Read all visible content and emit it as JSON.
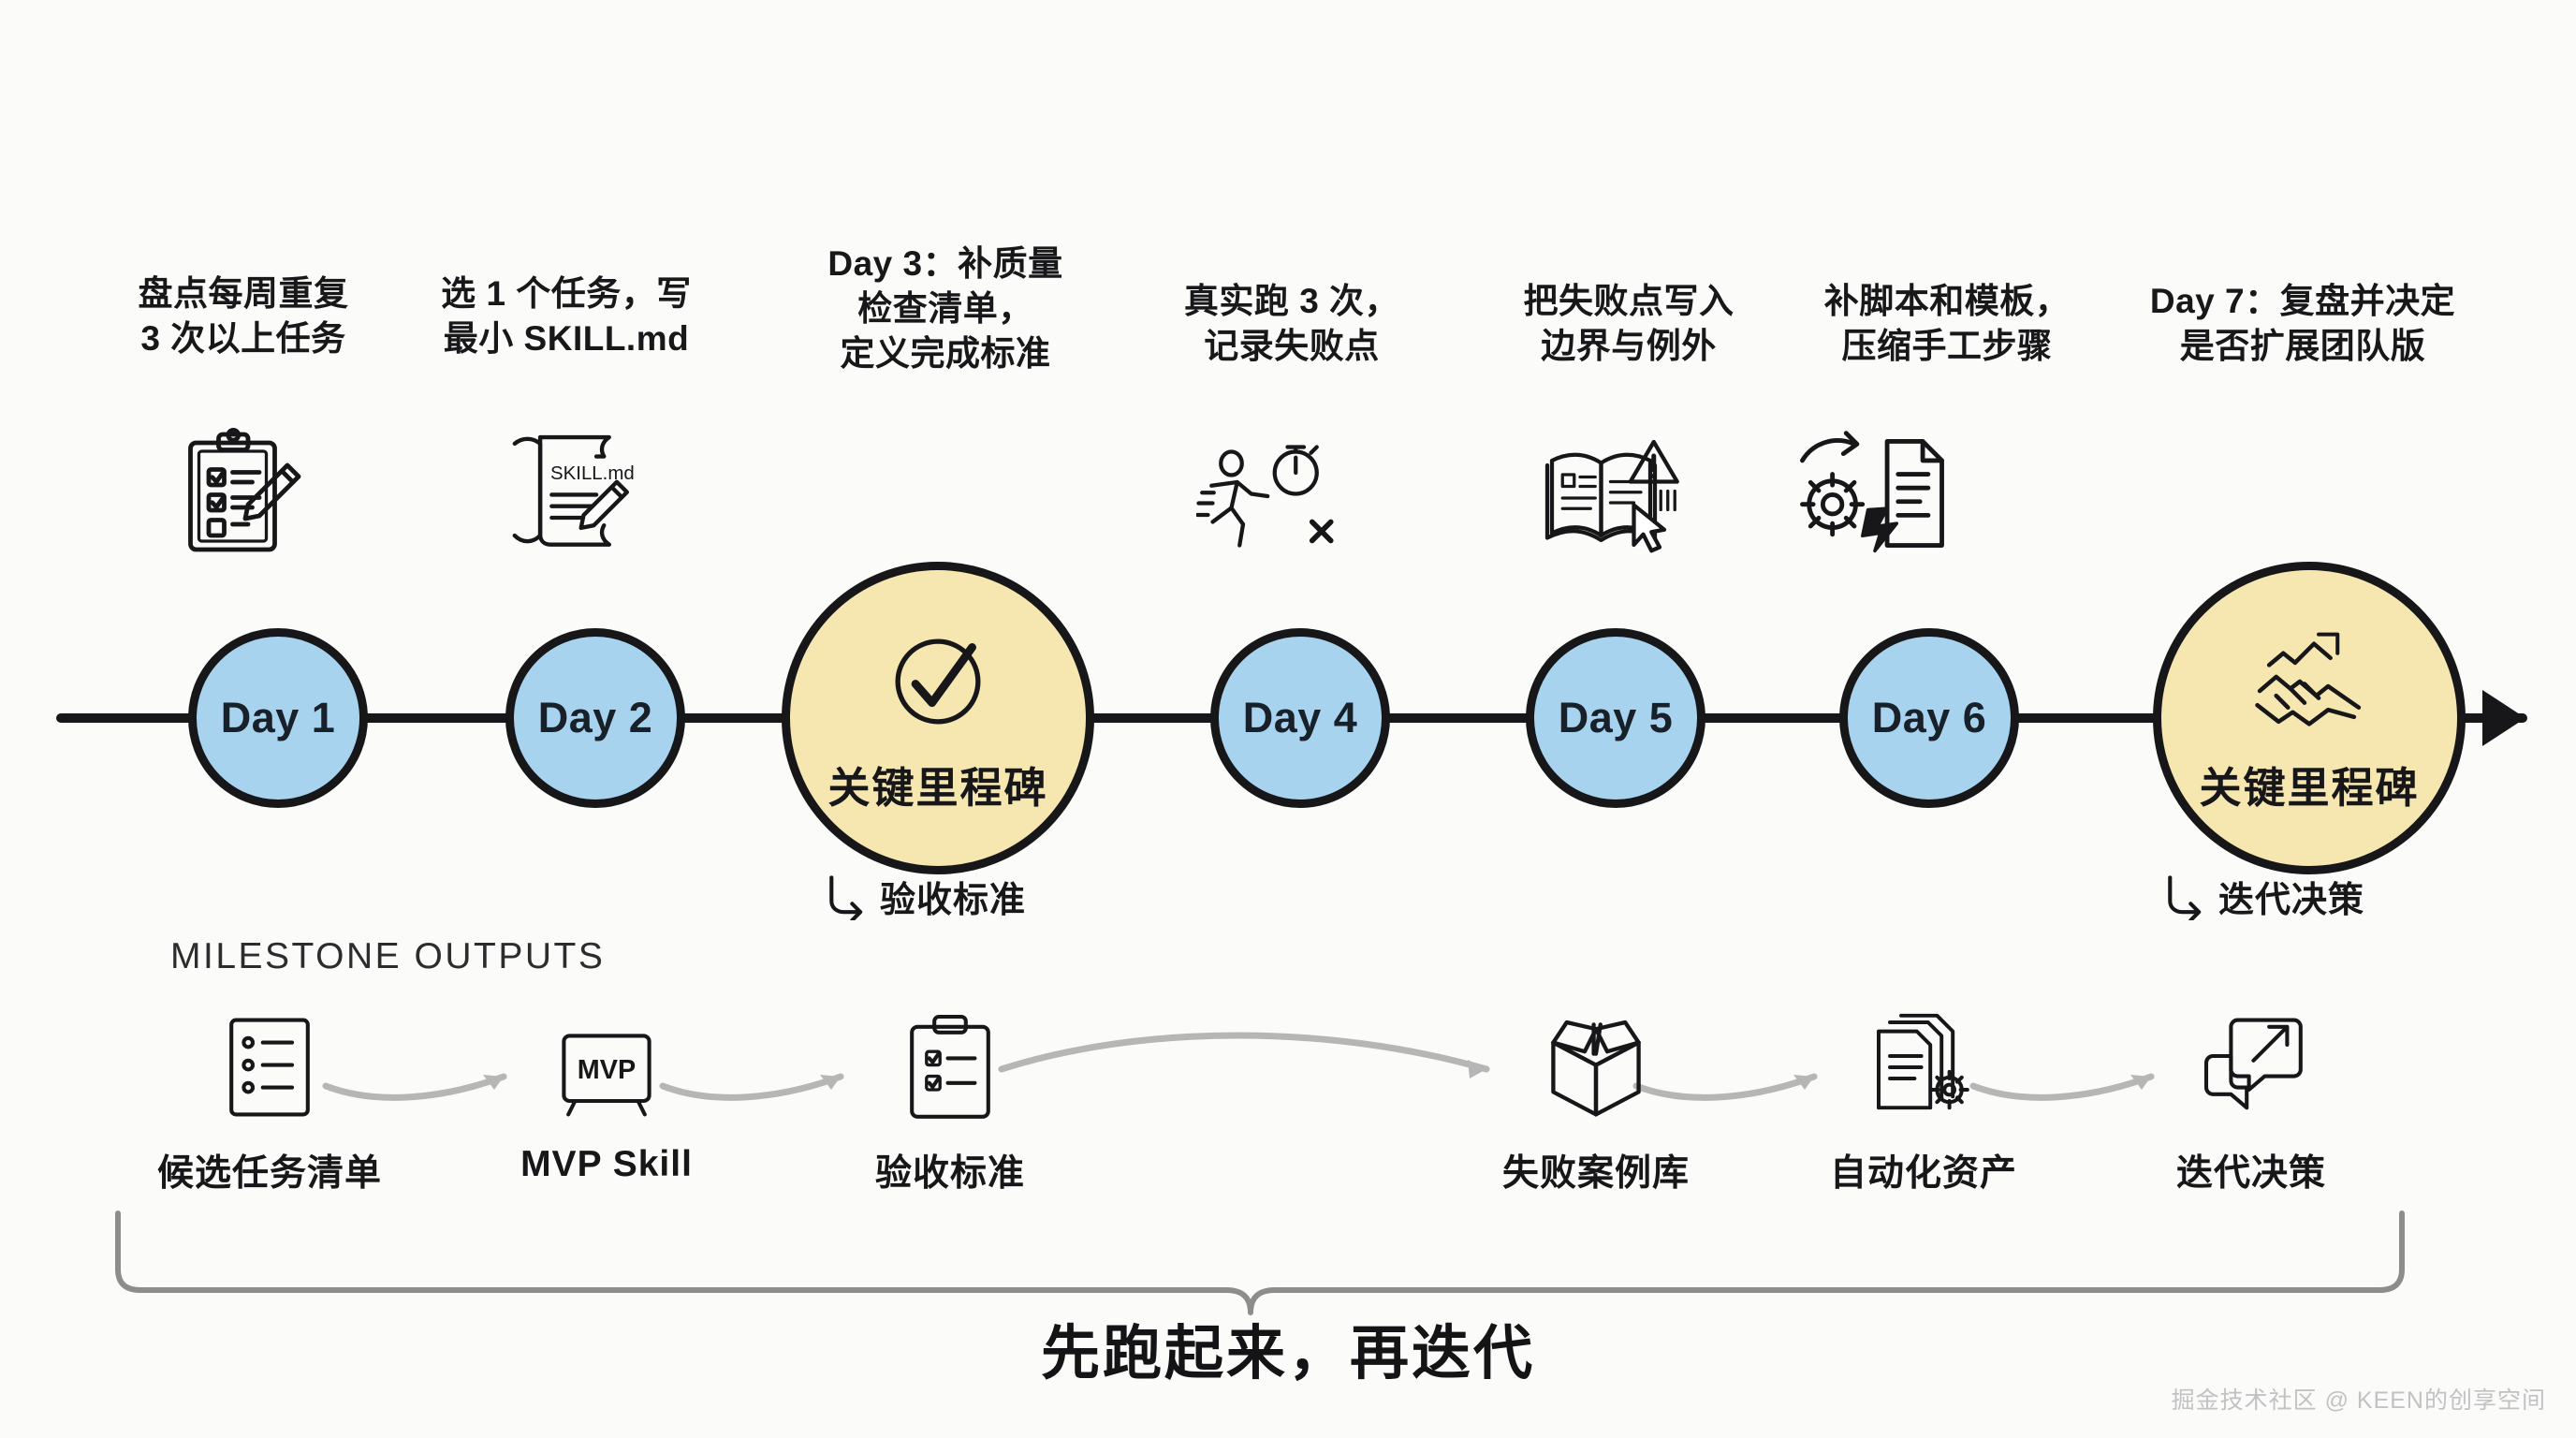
{
  "timeline": {
    "steps": [
      {
        "id": "day1",
        "node_label": "Day 1",
        "caption": "盘点每周重复\n3 次以上任务",
        "icon": "clipboard-checklist-pencil-icon",
        "type": "day"
      },
      {
        "id": "day2",
        "node_label": "Day 2",
        "caption": "选 1 个任务，写\n最小 SKILL.md",
        "icon": "scroll-skill-md-pencil-icon",
        "type": "day",
        "icon_text": "SKILL.md"
      },
      {
        "id": "day3",
        "node_label": "关键里程碑",
        "caption": "Day 3：补质量\n检查清单，\n定义完成标准",
        "icon": "circle-check-icon",
        "type": "milestone",
        "note": "验收标准"
      },
      {
        "id": "day4",
        "node_label": "Day 4",
        "caption": "真实跑 3 次，\n记录失败点",
        "icon": "runner-stopwatch-icon",
        "type": "day"
      },
      {
        "id": "day5",
        "node_label": "Day 5",
        "caption": "把失败点写入\n边界与例外",
        "icon": "book-warning-cursor-icon",
        "type": "day"
      },
      {
        "id": "day6",
        "node_label": "Day 6",
        "caption": "补脚本和模板，\n压缩手工步骤",
        "icon": "gear-document-bolt-icon",
        "type": "day"
      },
      {
        "id": "day7",
        "node_label": "关键里程碑",
        "caption": "Day 7：复盘并决定\n是否扩展团队版",
        "icon": "handshake-growth-arrow-icon",
        "type": "milestone",
        "note": "迭代决策"
      }
    ]
  },
  "outputs": {
    "section_title": "MILESTONE OUTPUTS",
    "items": [
      {
        "label": "候选任务清单",
        "icon": "list-document-icon"
      },
      {
        "label": "MVP Skill",
        "icon": "mvp-box-icon",
        "icon_text": "MVP"
      },
      {
        "label": "验收标准",
        "icon": "clipboard-check-icon"
      },
      {
        "label": "失败案例库",
        "icon": "open-box-icon"
      },
      {
        "label": "自动化资产",
        "icon": "documents-gear-icon"
      },
      {
        "label": "迭代决策",
        "icon": "speech-bubbles-arrow-icon"
      }
    ]
  },
  "footer": {
    "tagline": "先跑起来，再迭代",
    "watermark": "掘金技术社区 @ KEEN的创享空间"
  },
  "colors": {
    "day_node_fill": "#a8d3ef",
    "milestone_node_fill": "#f6e7b1",
    "ink": "#17171a",
    "background": "#fbfbf9",
    "connector_gray": "#b6b6b6"
  }
}
